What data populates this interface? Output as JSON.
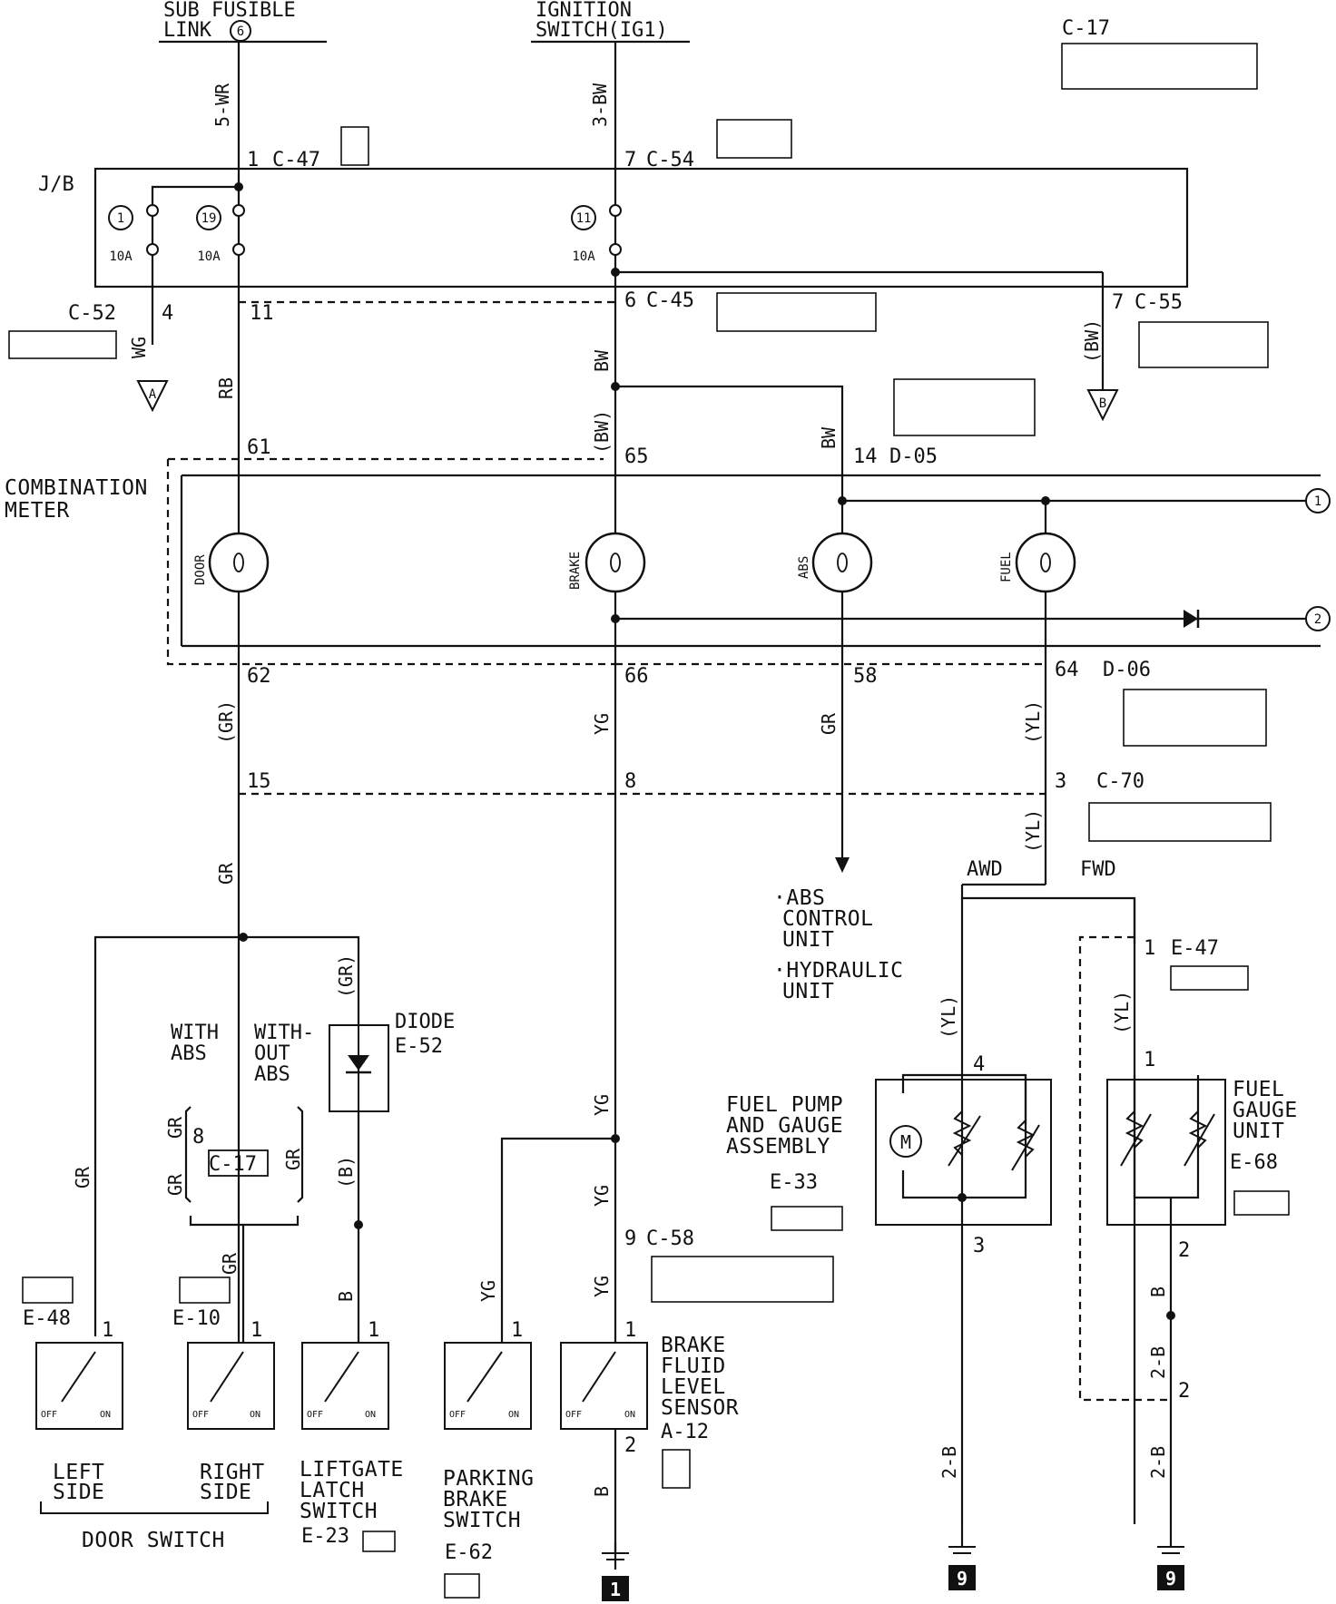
{
  "supply": {
    "sub_fusible_link": [
      "SUB FUSIBLE",
      "LINK"
    ],
    "sub_fusible_num": "6",
    "ignition": [
      "IGNITION",
      "SWITCH(IG1)"
    ]
  },
  "junction_box": {
    "label": "J/B",
    "fuses": [
      {
        "num": "1",
        "rating": "10A"
      },
      {
        "num": "19",
        "rating": "10A"
      },
      {
        "num": "11",
        "rating": "10A"
      }
    ]
  },
  "connectors": {
    "c17_top": "C-17",
    "c47": "C-47",
    "c47_pin": "1",
    "c54": "C-54",
    "c54_pin": "7",
    "c45": "C-45",
    "c45_pin": "6",
    "c52": "C-52",
    "c52_pin": "4",
    "c55": "C-55",
    "c55_pin": "7",
    "d05": "D-05",
    "d05_pin": "14",
    "d06": "D-06",
    "c70": "C-70",
    "c70_pin": "3",
    "c58": "C-58",
    "c58_pin": "9",
    "e47": "E-47",
    "e47_pin": "1",
    "e48": "E-48",
    "e10": "E-10",
    "e52": "E-52",
    "e23": "E-23",
    "e33": "E-33",
    "e68": "E-68",
    "e62": "E-62",
    "a12": "A-12",
    "c17_mid": "C-17"
  },
  "pins": {
    "p11": "11",
    "p61": "61",
    "p65": "65",
    "p62": "62",
    "p66": "66",
    "p58": "58",
    "p64": "64",
    "p15": "15",
    "p8": "8",
    "p8b": "8",
    "p1": "1",
    "p2": "2",
    "p3": "3",
    "p4": "4"
  },
  "wires": {
    "w5wr": "5-WR",
    "w3bw": "3-BW",
    "wg": "WG",
    "rb": "RB",
    "bw": "BW",
    "bwp": "(BW)",
    "grp": "(GR)",
    "yg": "YG",
    "gr": "GR",
    "ylp": "(YL)",
    "bp": "(B)",
    "b": "B",
    "w2b": "2-B"
  },
  "meter": {
    "label": [
      "COMBINATION",
      "METER"
    ],
    "lamps": [
      "DOOR",
      "BRAKE",
      "ABS",
      "FUEL"
    ],
    "ref1": "1",
    "ref2": "2"
  },
  "abs_note": [
    "·ABS",
    "CONTROL",
    "UNIT",
    "·HYDRAULIC",
    "UNIT"
  ],
  "variants": {
    "awd": "AWD",
    "fwd": "FWD",
    "with_abs": [
      "WITH",
      "ABS"
    ],
    "without_abs": [
      "WITH-",
      "OUT",
      "ABS"
    ]
  },
  "diode_label": "DIODE",
  "fuel_pump": [
    "FUEL PUMP",
    "AND GAUGE",
    "ASSEMBLY"
  ],
  "fuel_gauge": [
    "FUEL",
    "GAUGE",
    "UNIT"
  ],
  "brake_fluid": [
    "BRAKE",
    "FLUID",
    "LEVEL",
    "SENSOR"
  ],
  "switches": {
    "left": [
      "LEFT",
      "SIDE"
    ],
    "right": [
      "RIGHT",
      "SIDE"
    ],
    "liftgate": [
      "LIFTGATE",
      "LATCH",
      "SWITCH"
    ],
    "parking": [
      "PARKING",
      "BRAKE",
      "SWITCH"
    ],
    "door_switch": "DOOR SWITCH",
    "off": "OFF",
    "on": "ON"
  },
  "grounds": {
    "g1": "1",
    "g9a": "9",
    "g9b": "9"
  },
  "arrows": {
    "a": "A",
    "b": "B"
  }
}
